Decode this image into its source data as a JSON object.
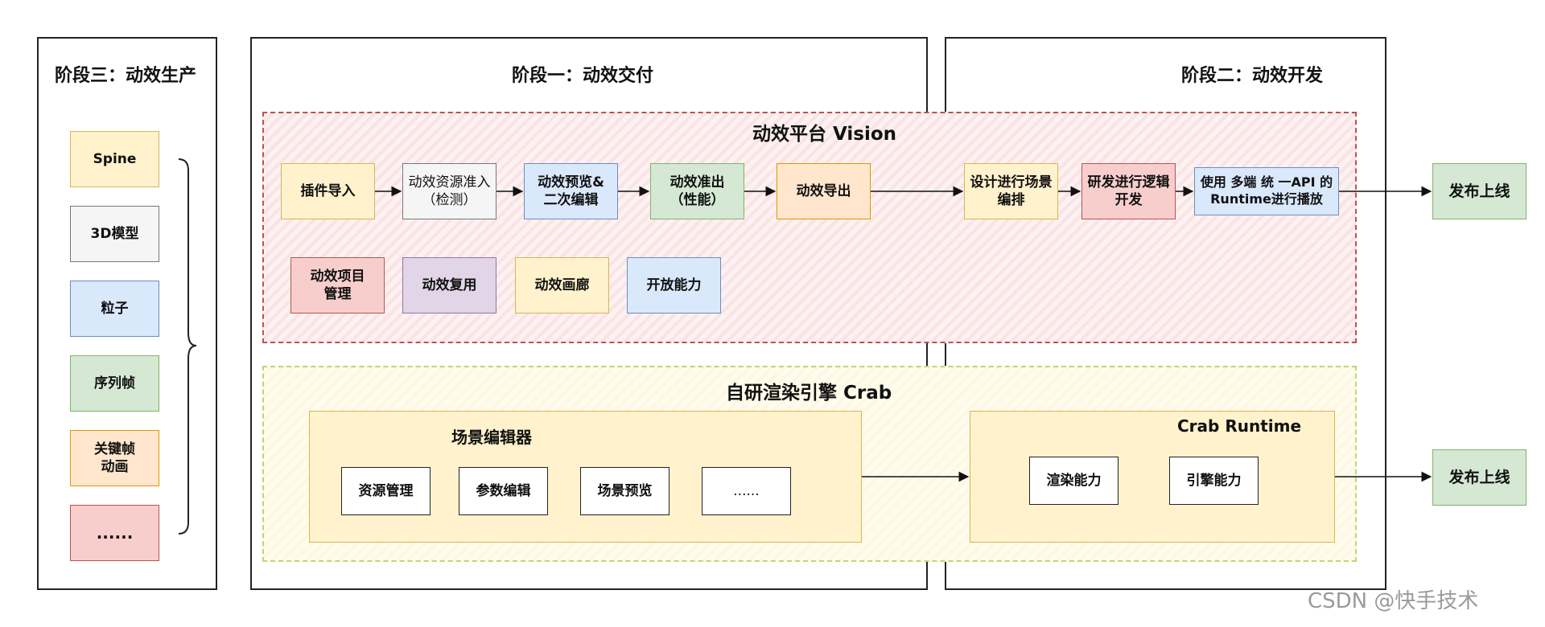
{
  "stage3": {
    "title": "阶段三：动效生产",
    "items": [
      "Spine",
      "3D模型",
      "粒子",
      "序列帧",
      "关键帧\n动画",
      "......"
    ]
  },
  "stage1": {
    "title": "阶段一：动效交付"
  },
  "stage2": {
    "title": "阶段二：动效开发"
  },
  "vision": {
    "title": "动效平台 Vision",
    "pipeline": [
      "插件导入",
      "动效资源准入\n（检测）",
      "动效预览&\n二次编辑",
      "动效准出\n（性能）",
      "动效导出"
    ],
    "features": [
      "动效项目\n管理",
      "动效复用",
      "动效画廊",
      "开放能力"
    ],
    "dev_steps": [
      "设计进行场景\n编排",
      "研发进行逻辑\n开发",
      "使用 多端 统 一API 的\nRuntime进行播放"
    ],
    "publish": "发布上线"
  },
  "crab": {
    "title": "自研渲染引擎 Crab",
    "editor": {
      "title": "场景编辑器",
      "items": [
        "资源管理",
        "参数编辑",
        "场景预览",
        "......"
      ]
    },
    "runtime": {
      "title": "Crab Runtime",
      "items": [
        "渲染能力",
        "引擎能力"
      ]
    },
    "publish": "发布上线"
  },
  "watermark": "CSDN @快手技术",
  "colors": {
    "yellow": "#fff2cc",
    "gray": "#f5f5f5",
    "blue": "#dae8fc",
    "green": "#d5e8d4",
    "orange": "#ffe6cc",
    "red": "#f8cecc",
    "purple": "#e1d5e7"
  }
}
